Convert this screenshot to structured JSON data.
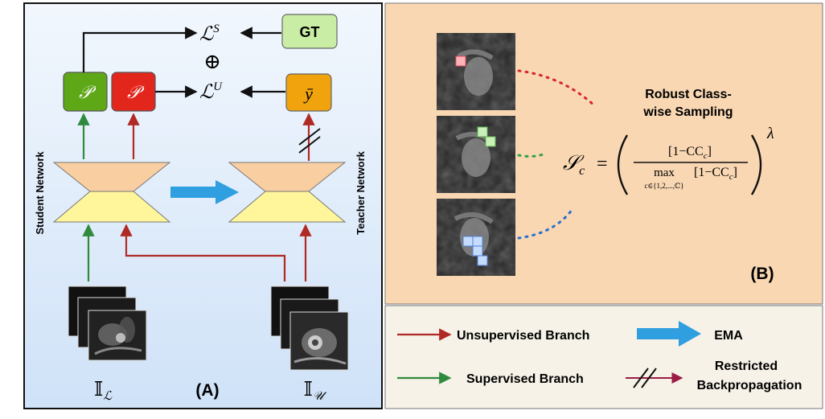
{
  "panel_a": {
    "label": "(A)",
    "loss_supervised": "ℒ",
    "loss_supervised_sup": "S",
    "loss_unsupervised": "ℒ",
    "loss_unsupervised_sup": "U",
    "plus_symbol": "⊕",
    "gt_label": "GT",
    "pred_label": "𝒫",
    "pseudo_label": "ȳ",
    "student_label": "Student Network",
    "teacher_label": "Teacher Network",
    "labeled_set": "𝕀",
    "labeled_sub": "ℒ",
    "unlabeled_set": "𝕀",
    "unlabeled_sub": "𝒰"
  },
  "panel_b": {
    "label": "(B)",
    "sampling_title_line1": "Robust Class-",
    "sampling_title_line2": "wise Sampling",
    "formula_lhs": "𝒮",
    "formula_lhs_sub": "c",
    "formula_eq": "=",
    "formula_num": "[1−CC",
    "formula_num_sub": "c",
    "formula_num_end": "]",
    "formula_den_max": "max",
    "formula_den_sub": "c∈{1,2,...,ℂ}",
    "formula_den": "[1−CC",
    "formula_den_sub2": "c",
    "formula_den_end": "]",
    "formula_exp": "λ"
  },
  "legend": {
    "unsupervised": "Unsupervised Branch",
    "ema": "EMA",
    "supervised": "Supervised Branch",
    "restricted_line1": "Restricted",
    "restricted_line2": "Backpropagation"
  },
  "colors": {
    "panel_a_bg_top": "#f2f7fd",
    "panel_a_bg_bottom": "#cfe2f8",
    "panel_b_bg": "#f9d7b3",
    "legend_bg": "#f6f2e8",
    "pred_green": "#5ea818",
    "pred_red": "#e3261c",
    "gt_green": "#c9eda4",
    "pseudo_orange": "#f0a30c",
    "net_top": "#f9cfa2",
    "net_bottom": "#fff59a",
    "arrow_red": "#b02a25",
    "arrow_green": "#2f8a3e",
    "ema_blue": "#2f9fe0",
    "dot_red": "#d8262a",
    "dot_green": "#33a04a",
    "dot_blue": "#2a6fd0"
  }
}
